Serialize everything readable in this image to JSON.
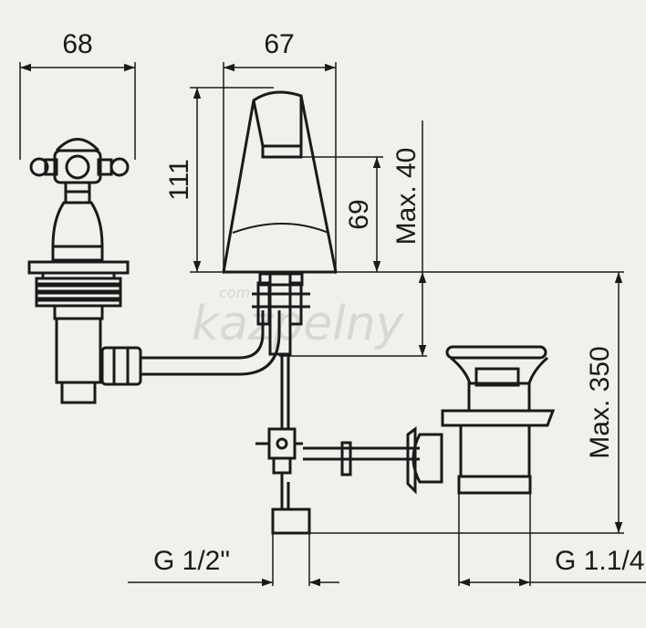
{
  "drawing": {
    "dimensions": {
      "handle_width": "68",
      "spout_width": "67",
      "spout_height": "111",
      "outlet_height": "69",
      "deck_thickness": "Max. 40",
      "total_depth": "Max. 350",
      "inlet_thread": "G 1/2\"",
      "waste_thread": "G 1.1/4"
    },
    "watermark": {
      "small": "com",
      "large": "kazpelny"
    }
  }
}
